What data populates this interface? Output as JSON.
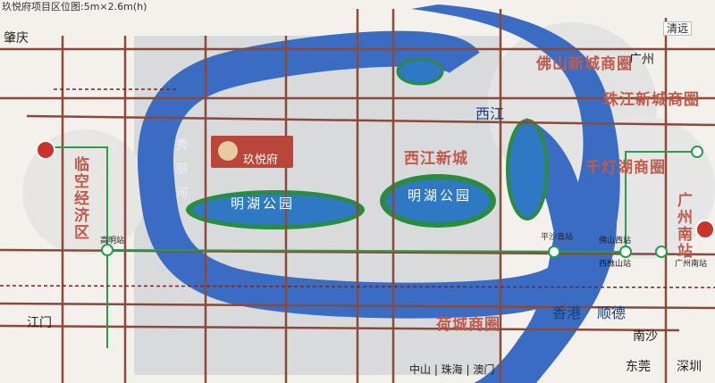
{
  "header": {
    "title": "玖悦府项目区位图:5m×2.6m(h)"
  },
  "cities": {
    "zhaoqing": "肇庆",
    "qingyuan": "清远",
    "guangzhou": "广州",
    "jiangmen": "江门",
    "nansha": "南沙",
    "dongguan": "东莞",
    "shenzhen": "深圳"
  },
  "zones": {
    "foshan_new_city": "佛山新城商圈",
    "zhujiang_new_city": "珠江新城商圈",
    "qiandeng_lake": "千灯湖商圈",
    "xijiang_new_city": "西江新城",
    "hecheng": "荷城商圈",
    "linkong": "临空经济区",
    "xiujiang": "秀丽河",
    "guangzhou_south": "广州南站"
  },
  "rivers": {
    "xijiang": "西江",
    "xiangang": "香港",
    "shunde": "顺德"
  },
  "parks": {
    "minghu_west": "明湖公园",
    "minghu_east": "明湖公园"
  },
  "project": {
    "name": "玖悦府"
  },
  "stations": {
    "gaoming": "高明站",
    "foshan_west": "佛山西站",
    "xiqiao": "西樵山站",
    "pingsha": "平沙岛站",
    "guangzhou_south": "广州南站"
  },
  "bottom": {
    "destinations": "中山 | 珠海 | 澳门",
    "shunde": "顺德"
  },
  "colors": {
    "river": "#3a6cc4",
    "park": "#2f78c4",
    "zone": "#c05a4a",
    "project": "#b8463a",
    "metro": "#2a9c4a",
    "rail": "#8a4a3a"
  }
}
